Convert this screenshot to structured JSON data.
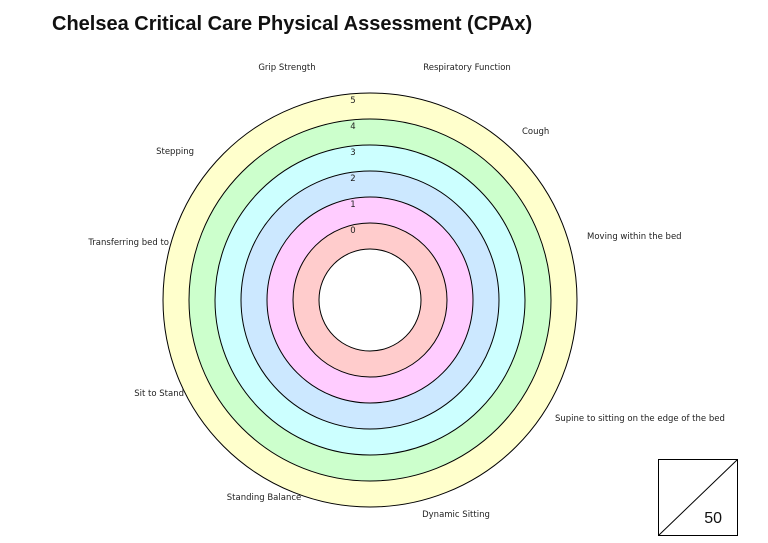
{
  "title": "Chelsea Critical Care Physical Assessment (CPAx)",
  "total_score": "50",
  "chart_data": {
    "type": "radar",
    "title": "Chelsea Critical Care Physical Assessment (CPAx)",
    "axes": [
      "Grip Strength",
      "Respiratory Function",
      "Cough",
      "Moving within the bed",
      "Supine to sitting on the edge of the bed",
      "Dynamic Sitting",
      "Standing Balance",
      "Sit to Stand",
      "Transferring bed to",
      "Stepping"
    ],
    "levels": [
      "0",
      "1",
      "2",
      "3",
      "4",
      "5"
    ],
    "level_colors": [
      "#FFCCCC",
      "#FFCCFF",
      "#CCE8FF",
      "#CCFFFF",
      "#CCFFCC",
      "#FFFFCC"
    ],
    "range": [
      0,
      5
    ],
    "grid": false
  }
}
